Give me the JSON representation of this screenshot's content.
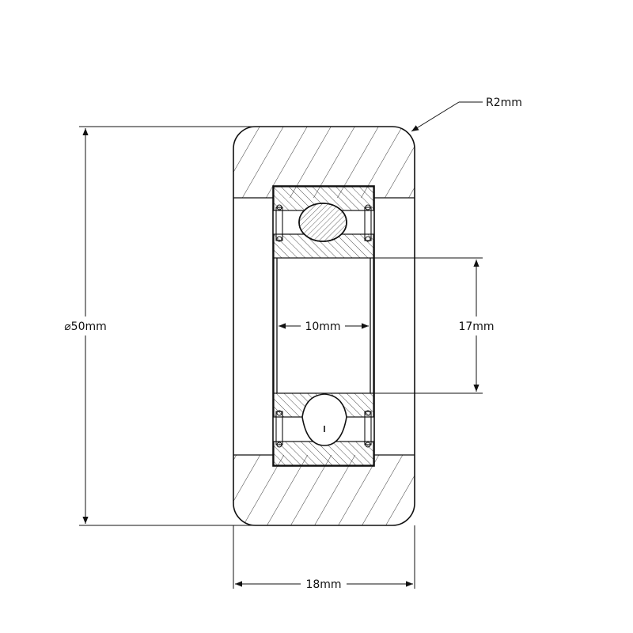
{
  "drawing": {
    "radius_label": "R2mm",
    "outer_diameter_label": "⌀50mm",
    "width_label": "18mm",
    "bore_label": "10mm",
    "inner_ring_label": "17mm"
  },
  "colors": {
    "line": "#111111",
    "background": "#ffffff"
  }
}
